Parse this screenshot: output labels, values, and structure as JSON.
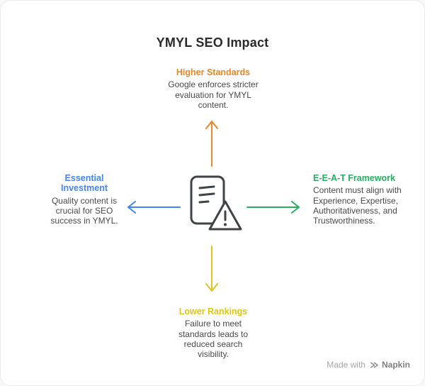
{
  "title": "YMYL SEO Impact",
  "nodes": {
    "top": {
      "heading": "Higher Standards",
      "body": "Google enforces stricter evaluation for YMYL content.",
      "color": "#E8872B"
    },
    "left": {
      "heading": "Essential Investment",
      "body": "Quality content is crucial for SEO success in YMYL.",
      "color": "#4285F4"
    },
    "right": {
      "heading": "E-E-A-T Framework",
      "body": "Content must align with Experience, Expertise, Authoritativeness, and Trustworthiness.",
      "color": "#27AE60"
    },
    "bottom": {
      "heading": "Lower Rankings",
      "body": "Failure to meet standards leads to reduced search visibility.",
      "color": "#DFC41A"
    }
  },
  "center": {
    "icon": "document-warning-icon",
    "color": "#3F4346"
  },
  "watermark": {
    "prefix": "Made with",
    "brand": "Napkin"
  }
}
